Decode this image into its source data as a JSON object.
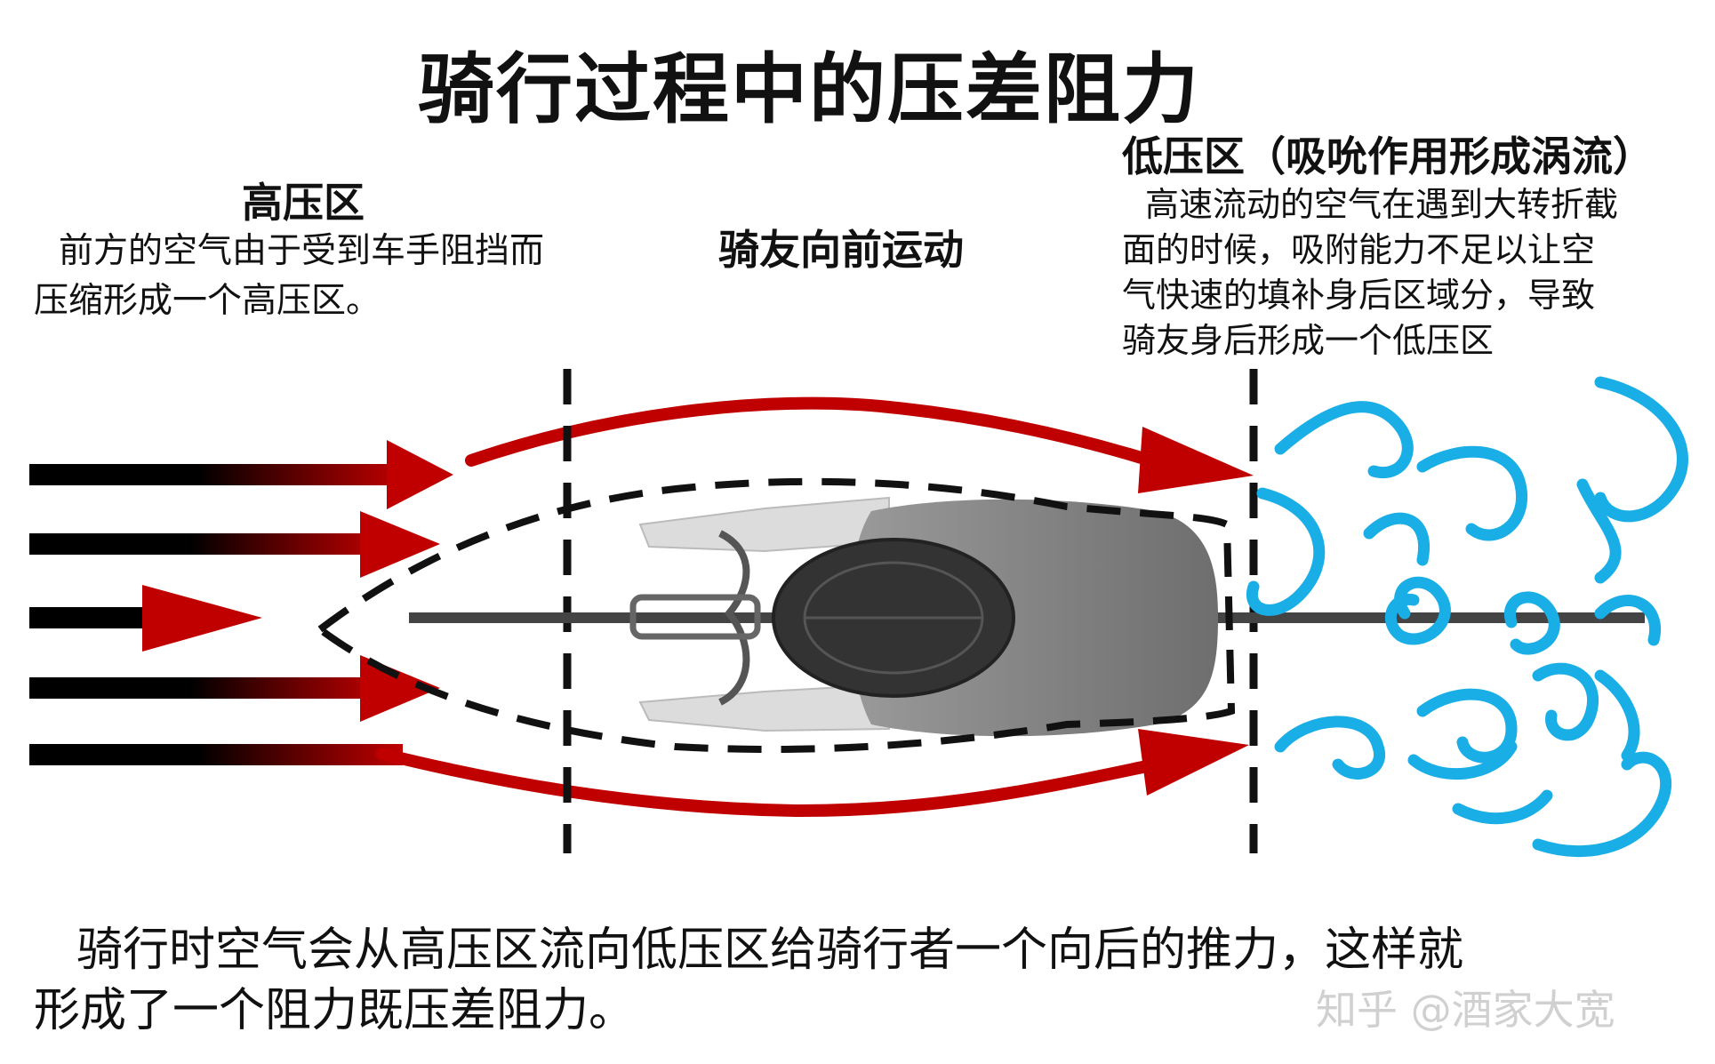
{
  "title": "骑行过程中的压差阻力",
  "high_pressure": {
    "title": "高压区",
    "desc_lines": [
      "前方的空气由于受到车手阻挡而",
      "压缩形成一个高压区。"
    ]
  },
  "motion_label": "骑友向前运动",
  "low_pressure": {
    "title": "低压区（吸吮作用形成涡流）",
    "desc_lines": [
      "高速流动的空气在遇到大转折截",
      "面的时候，吸附能力不足以让空",
      "气快速的填补身后区域分，导致",
      "骑友身后形成一个低压区"
    ]
  },
  "bottom_text_lines": [
    "骑行时空气会从高压区流向低压区给骑行者一个向后的推力，这样就",
    "形成了一个阻力既压差阻力。"
  ],
  "watermark": "知乎 @酒家大宽",
  "colors": {
    "flow_red": "#c00000",
    "vortex_blue": "#1aaee6",
    "boundary_black": "#111111",
    "rider_gray": "#8a8a8a"
  },
  "icons": [
    "rider-top-view-icon",
    "vortex-icon",
    "airflow-arrow-icon"
  ]
}
